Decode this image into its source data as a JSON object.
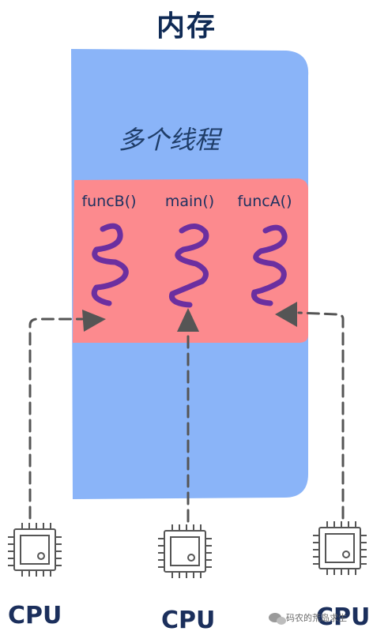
{
  "title": "内存",
  "memory": {
    "threads_label": "多个线程",
    "functions": [
      {
        "label": "funcB()"
      },
      {
        "label": "main()"
      },
      {
        "label": "funcA()"
      }
    ]
  },
  "cpus": [
    {
      "label": "CPU"
    },
    {
      "label": "CPU"
    },
    {
      "label": "CPU"
    }
  ],
  "watermark": "码农的荒岛求生",
  "colors": {
    "memory_block": "#8ab4f8",
    "thread_region": "#fc8a8e",
    "thread_squiggle": "#6b2fa0",
    "arrow": "#555555",
    "text": "#1b2f5c"
  }
}
